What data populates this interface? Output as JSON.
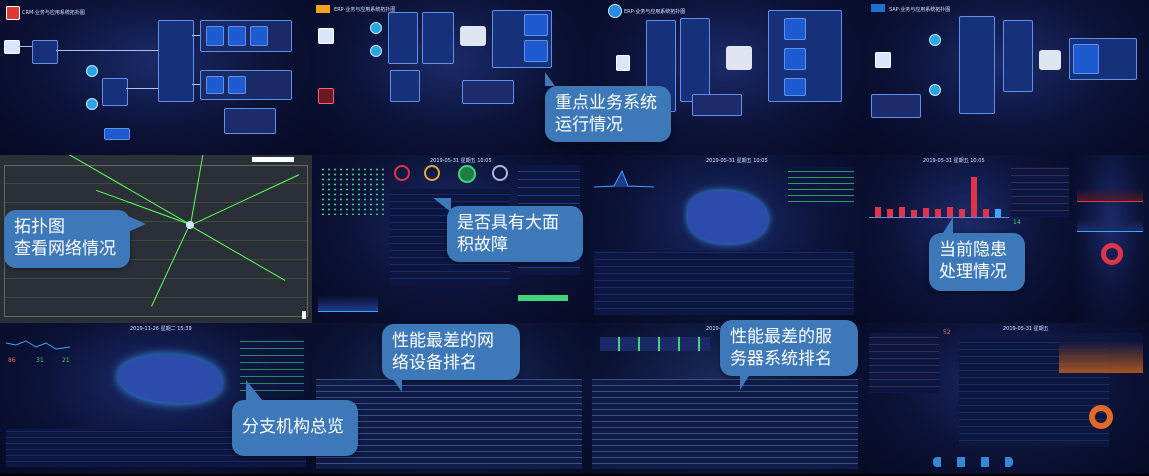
{
  "panels": [
    {
      "id": "crm",
      "title": "CRM·业务与应用系统拓扑图",
      "brand": "#e03a2f"
    },
    {
      "id": "erp-a",
      "title": "ERP·业务与应用系统拓扑图",
      "brand": "#f2a51a"
    },
    {
      "id": "erp-b",
      "title": "ERP·业务与应用系统拓扑图",
      "brand": "#2c8ae0"
    },
    {
      "id": "sap",
      "title": "SAP·业务与应用系统拓扑图",
      "brand": "#1f6fd1"
    },
    {
      "id": "topology",
      "title": "拓扑图"
    },
    {
      "id": "alarm",
      "title": "2019-05-31 星期五 10:05"
    },
    {
      "id": "map-a",
      "title": "2019-05-31 星期五 10:05"
    },
    {
      "id": "risk",
      "title": "2019-05-31 星期五 10:05"
    },
    {
      "id": "risk-b",
      "title": "2019-05-31 星期五"
    },
    {
      "id": "branch",
      "title": "2019-11-26 星期二 15:39"
    },
    {
      "id": "net-rank",
      "title": "性能最差的网络设备排名"
    },
    {
      "id": "srv-rank",
      "title": "性能最差的服务器系统排名"
    },
    {
      "id": "summary",
      "title": "2019-05-31 星期五"
    }
  ],
  "callouts": {
    "c1": "重点业务系统\n运行情况",
    "c2": "拓扑图\n查看网络情况",
    "c3": "是否具有大面\n积故障",
    "c4": "当前隐患\n处理情况",
    "c5": "性能最差的网\n络设备排名",
    "c6": "性能最差的服\n务器系统排名",
    "c7": "分支机构总览"
  },
  "kpis": {
    "branch_values": [
      "86",
      "31",
      "21"
    ],
    "risk_values": [
      "14",
      "52"
    ]
  },
  "colors": {
    "callout_bg": "#3d78b8",
    "accent_green": "#43d17a",
    "accent_red": "#e0344a",
    "accent_blue": "#27a6e0"
  }
}
